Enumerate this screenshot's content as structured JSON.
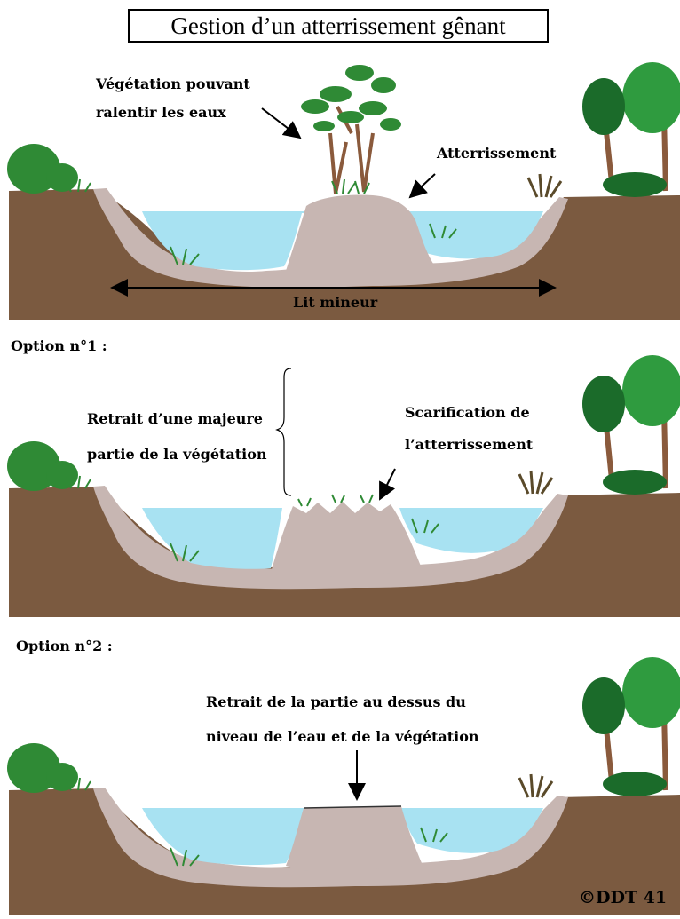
{
  "title": "Gestion d’un atterrissement gênant",
  "panel1": {
    "vegetation_label": [
      "Végétation pouvant",
      "ralentir les eaux"
    ],
    "atterrissement_label": "Atterrissement",
    "lit_mineur_label": "Lit mineur"
  },
  "option1": {
    "heading": "Option n°1 :",
    "retrait_label": [
      "Retrait d’une majeure",
      "partie de la végétation"
    ],
    "scarification_label": [
      "Scarification de",
      "l’atterrissement"
    ]
  },
  "option2": {
    "heading": "Option n°2 :",
    "retrait_label": [
      "Retrait de la partie au dessus du",
      "niveau de l’eau et de la végétation"
    ]
  },
  "copyright": "©DDT 41",
  "colors": {
    "soil": "#7b5a40",
    "sediment": "#c7b6b2",
    "water": "#a8e2f2",
    "grass": "#2f8a35",
    "tree_dark": "#1b6b2a",
    "tree_light": "#2f9b3f",
    "trunk": "#8a5a3c",
    "reed": "#5a4a2a"
  },
  "icons": [
    "grass-tuft-icon",
    "tree-icon",
    "bush-icon",
    "reed-icon",
    "arrow-icon"
  ]
}
